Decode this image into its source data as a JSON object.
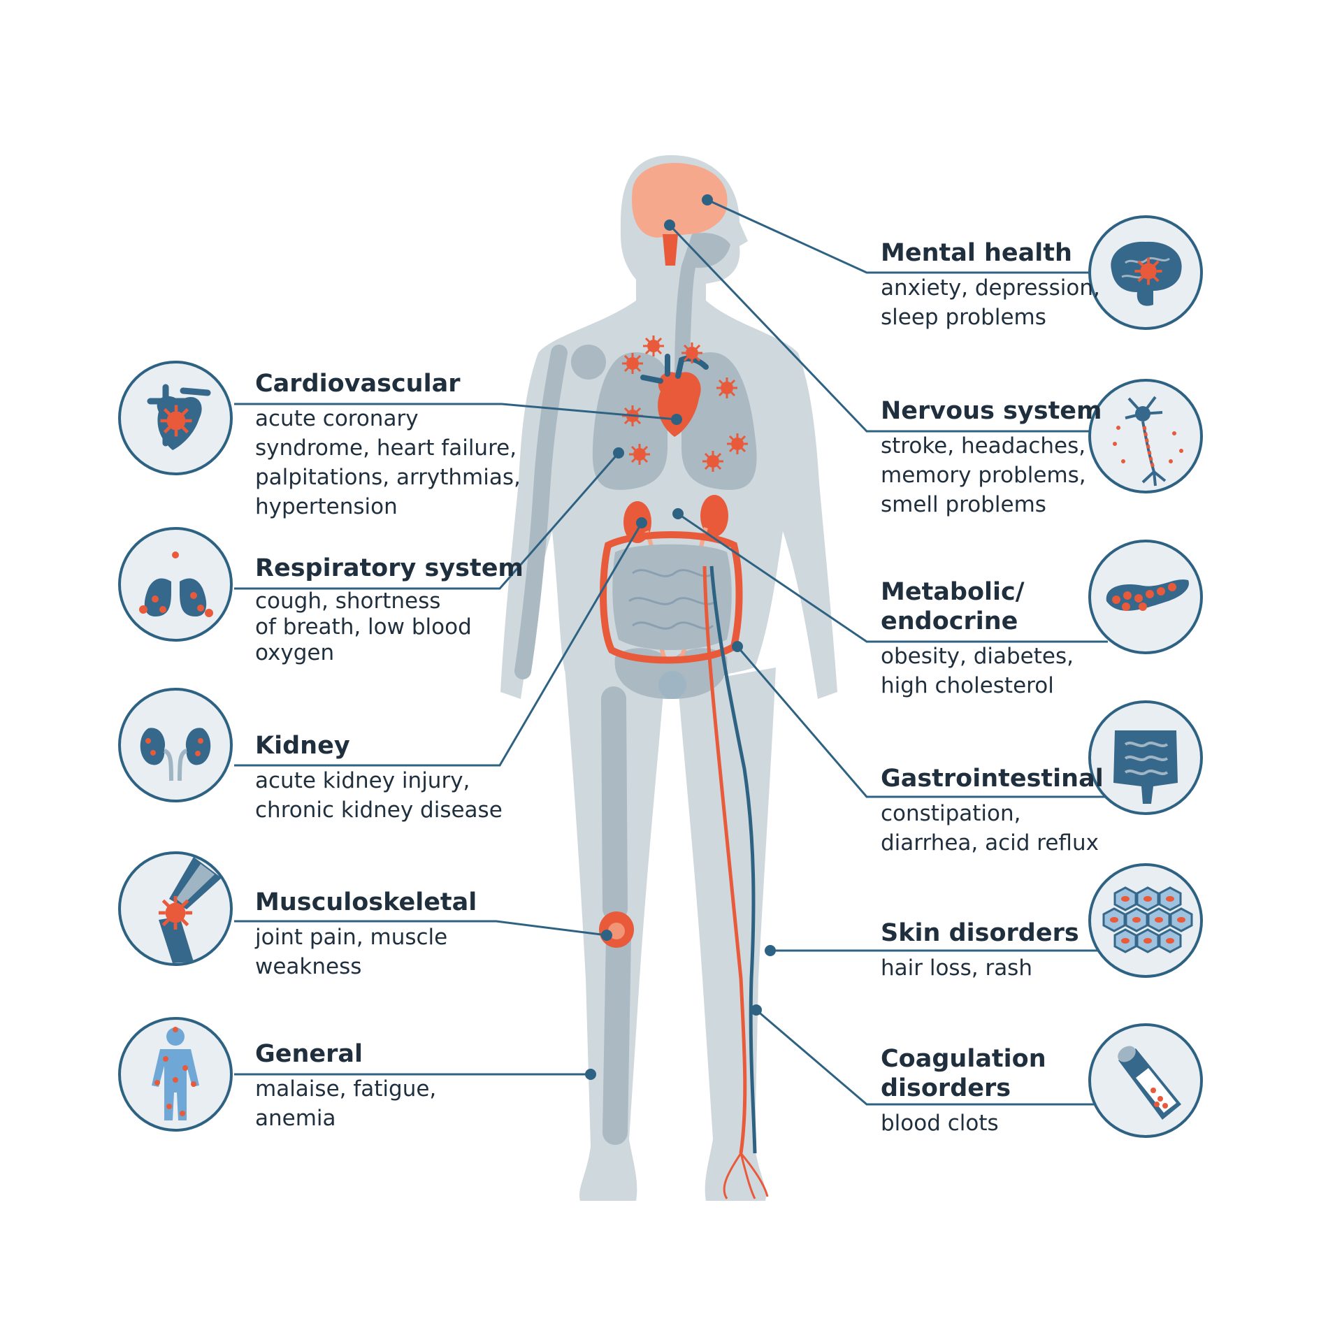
{
  "colors": {
    "body": "#cfd8dd",
    "body_dark": "#aab9c2",
    "organ_blue": "#36688b",
    "organ_light_blue": "#9fb5c4",
    "accent_red": "#e85a3a",
    "brain_pink": "#f6a88c",
    "line": "#2e6283",
    "circle_fill": "#e9eef2",
    "text": "#1f2f3d"
  },
  "left": [
    {
      "id": "cardiovascular",
      "icon": "heart-icon",
      "title": "Cardiovascular",
      "desc": "acute coronary\nsyndrome, heart failure,\npalpitations, arrythmias,\nhypertension"
    },
    {
      "id": "respiratory",
      "icon": "lungs-icon",
      "title": "Respiratory system",
      "desc": "cough, shortness\nof breath, low blood\noxygen"
    },
    {
      "id": "kidney",
      "icon": "kidneys-icon",
      "title": "Kidney",
      "desc": "acute kidney injury,\nchronic kidney disease"
    },
    {
      "id": "musculoskeletal",
      "icon": "knee-joint-icon",
      "title": "Musculoskeletal",
      "desc": "joint pain, muscle\nweakness"
    },
    {
      "id": "general",
      "icon": "body-figure-icon",
      "title": "General",
      "desc": "malaise, fatigue,\nanemia"
    }
  ],
  "right": [
    {
      "id": "mental",
      "icon": "brain-icon",
      "title": "Mental health",
      "desc": "anxiety, depression,\nsleep problems"
    },
    {
      "id": "nervous",
      "icon": "neuron-icon",
      "title": "Nervous system",
      "desc": "stroke, headaches,\nmemory problems,\nsmell problems"
    },
    {
      "id": "metabolic",
      "icon": "pancreas-icon",
      "title": "Metabolic/\nendocrine",
      "desc": "obesity, diabetes,\nhigh cholesterol"
    },
    {
      "id": "gastro",
      "icon": "intestines-icon",
      "title": "Gastrointestinal",
      "desc": "constipation,\ndiarrhea, acid reflux"
    },
    {
      "id": "skin",
      "icon": "skin-cells-icon",
      "title": "Skin disorders",
      "desc": "hair loss, rash"
    },
    {
      "id": "coagulation",
      "icon": "blood-vessel-icon",
      "title": "Coagulation\ndisorders",
      "desc": "blood clots"
    }
  ]
}
